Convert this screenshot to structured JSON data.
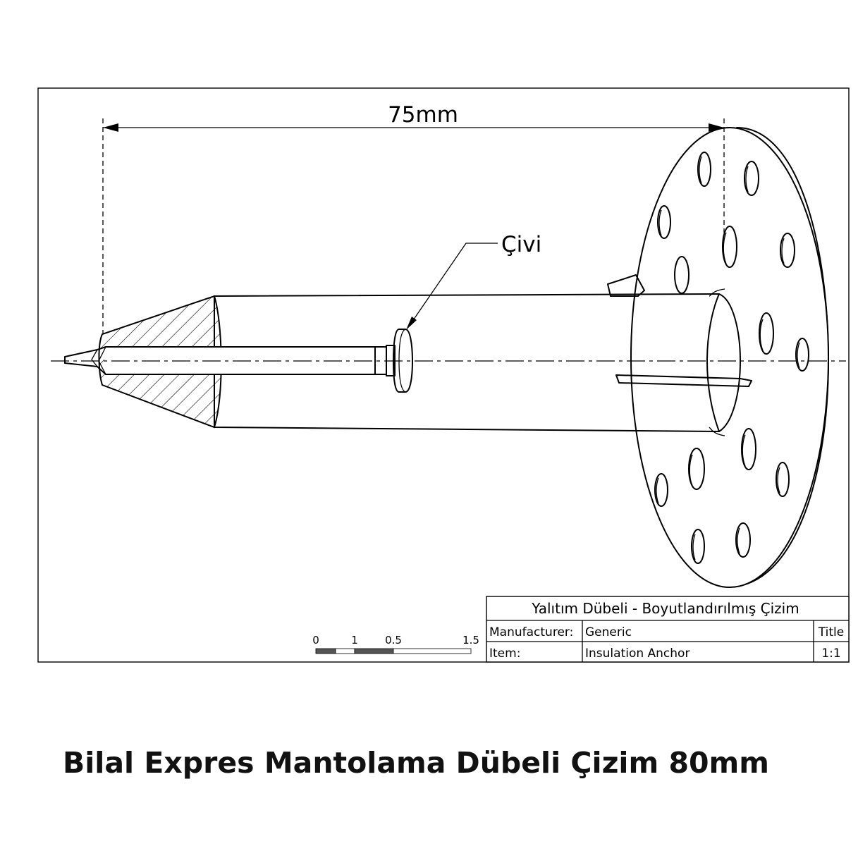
{
  "dimension": {
    "label": "75mm"
  },
  "callout": {
    "label": "Çivi"
  },
  "scale_bar": {
    "labels": [
      "0",
      "1",
      "0.5",
      "1.5"
    ]
  },
  "title_block": {
    "heading": "Yalıtım Dübeli - Boyutlandırılmış Çizim",
    "manufacturer_label": "Manufacturer:",
    "manufacturer_value": "Generic",
    "title_label": "Title",
    "item_label": "Item:",
    "item_value": "Insulation Anchor",
    "scale_value": "1:1"
  },
  "caption": "Bilal Expres Mantolama Dübeli Çizim 80mm"
}
